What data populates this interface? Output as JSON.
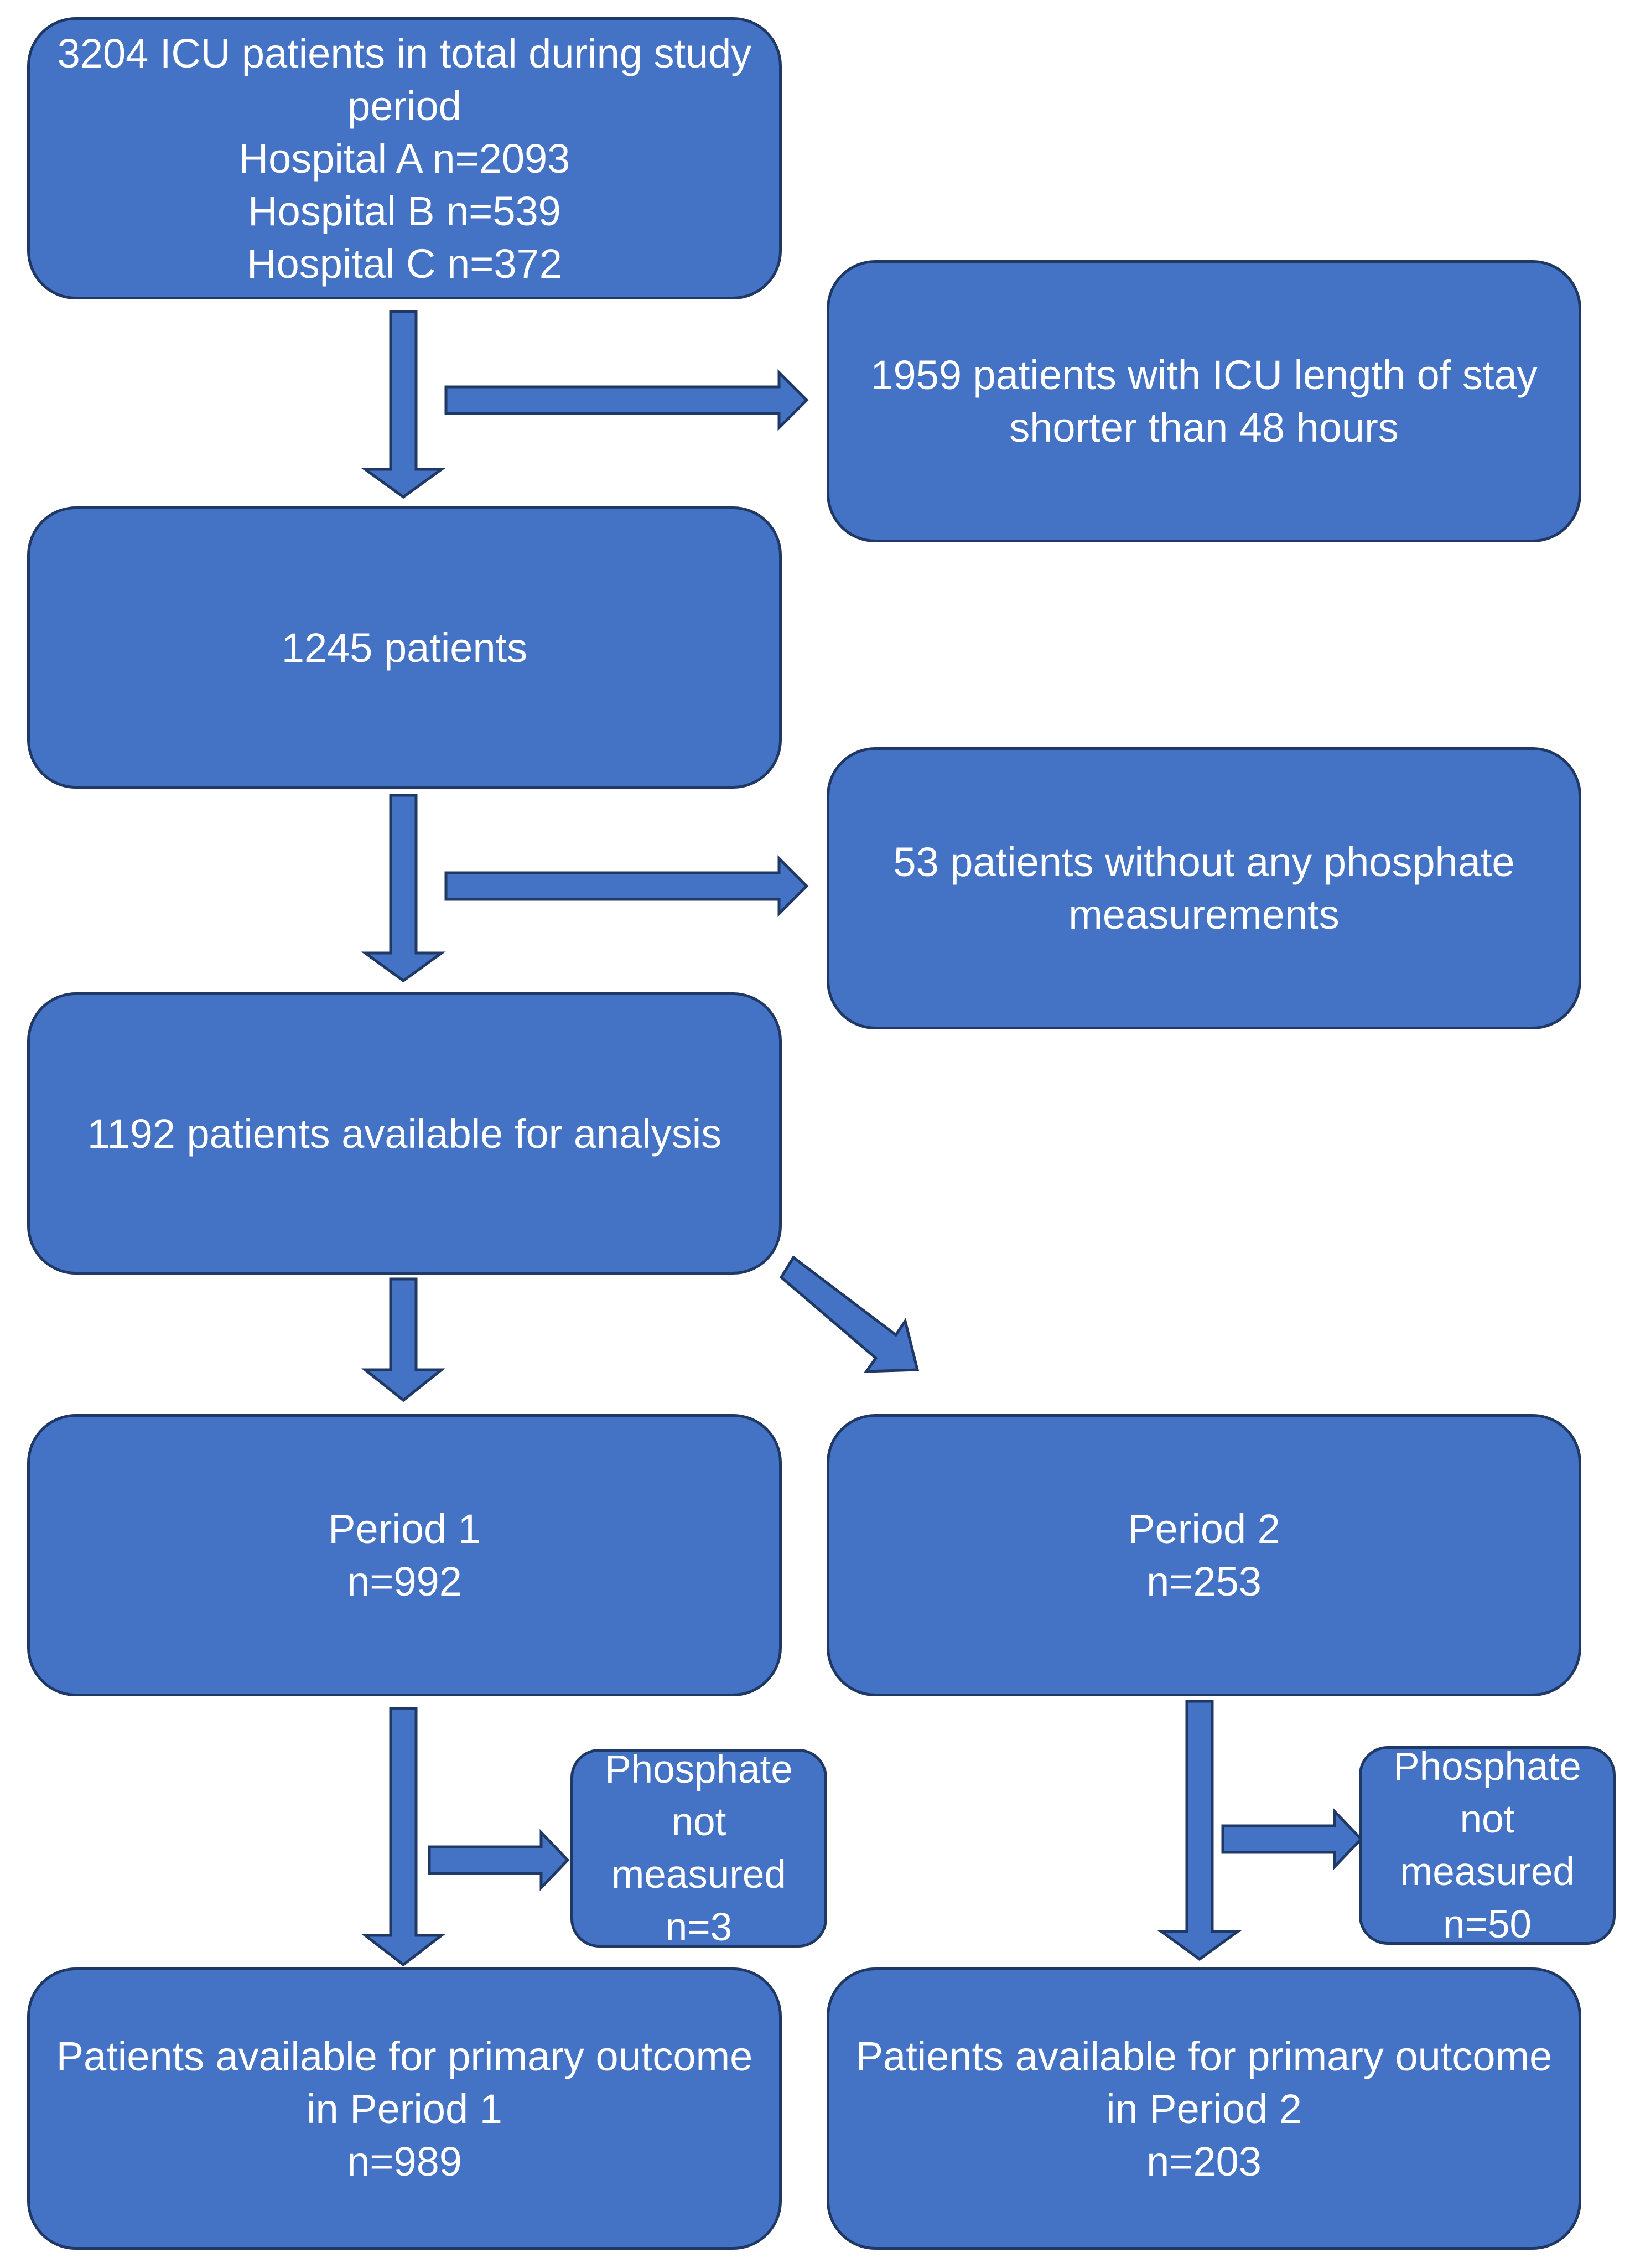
{
  "flowchart": {
    "total": {
      "line1": "3204 ICU patients in total during study",
      "line2": "period",
      "line3": "Hospital A n=2093",
      "line4": "Hospital B n=539",
      "line5": "Hospital C n=372"
    },
    "excluded_los": {
      "line1": "1959 patients with ICU length of stay",
      "line2": "shorter than 48 hours"
    },
    "patients_1245": {
      "line1": "1245 patients"
    },
    "excluded_phosphate": {
      "line1": "53 patients without any phosphate",
      "line2": "measurements"
    },
    "available": {
      "line1": "1192 patients available for analysis"
    },
    "period1": {
      "line1": "Period 1",
      "line2": "n=992"
    },
    "period2": {
      "line1": "Period 2",
      "line2": "n=253"
    },
    "not_measured_p1": {
      "line1": "Phosphate",
      "line2": "not",
      "line3": "measured",
      "line4": "n=3"
    },
    "not_measured_p2": {
      "line1": "Phosphate",
      "line2": "not",
      "line3": "measured",
      "line4": "n=50"
    },
    "primary_p1": {
      "line1": "Patients available for primary outcome",
      "line2": "in Period 1",
      "line3": "n=989"
    },
    "primary_p2": {
      "line1": "Patients available for primary outcome",
      "line2": "in Period 2",
      "line3": "n=203"
    }
  },
  "colors": {
    "box_fill": "#4472C4",
    "box_border": "#1F3864",
    "text": "#FFFFFF",
    "background": "#FFFFFF"
  }
}
